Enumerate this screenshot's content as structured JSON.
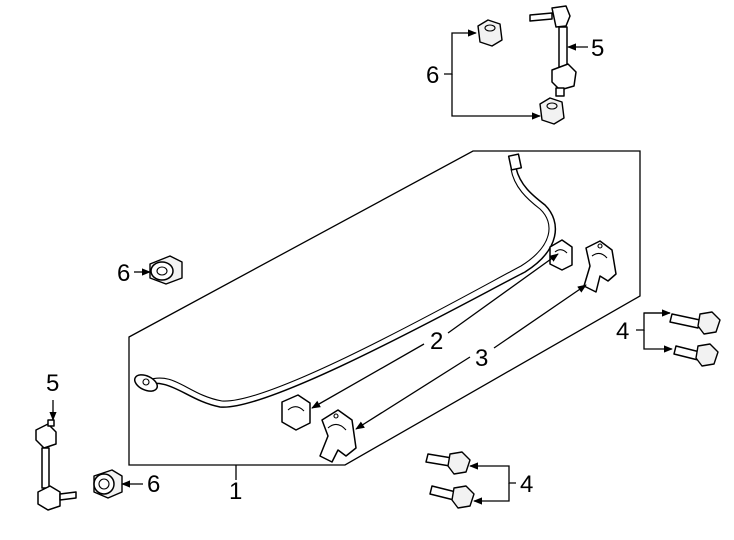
{
  "callouts": {
    "c1": "1",
    "c2": "2",
    "c3": "3",
    "c4_upper": "4",
    "c4_lower": "4",
    "c5_upper": "5",
    "c5_left": "5",
    "c6_upper": "6",
    "c6_middle": "6",
    "c6_lower": "6"
  },
  "parts": [
    {
      "id": 1,
      "name": "stabilizer-bar"
    },
    {
      "id": 2,
      "name": "stabilizer-bushing"
    },
    {
      "id": 3,
      "name": "bushing-bracket"
    },
    {
      "id": 4,
      "name": "bracket-bolt"
    },
    {
      "id": 5,
      "name": "stabilizer-link"
    },
    {
      "id": 6,
      "name": "link-nut"
    }
  ],
  "colors": {
    "line": "#000000",
    "background": "#ffffff"
  }
}
